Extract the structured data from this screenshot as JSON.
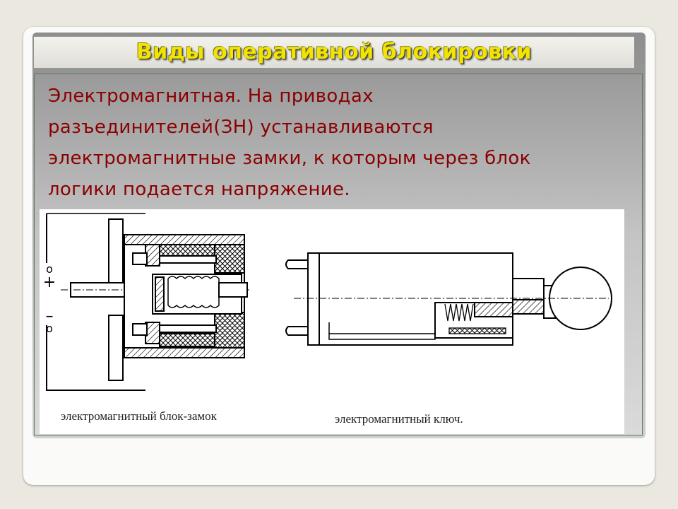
{
  "slide": {
    "title": "Виды оперативной блокировки",
    "body_lines": [
      "Электромагнитная. На приводах",
      "разъединителей(ЗН) устанавливаются",
      "электромагнитные замки, к которым через блок",
      "логики подается напряжение."
    ],
    "colors": {
      "title": "#f2e400",
      "body": "#8b0000"
    }
  },
  "figure": {
    "caption_left": "электромагнитный блок-замок",
    "caption_right": "электромагнитный ключ.",
    "terminal_plus": "+",
    "terminal_minus": "–",
    "terminal_o": "o"
  }
}
